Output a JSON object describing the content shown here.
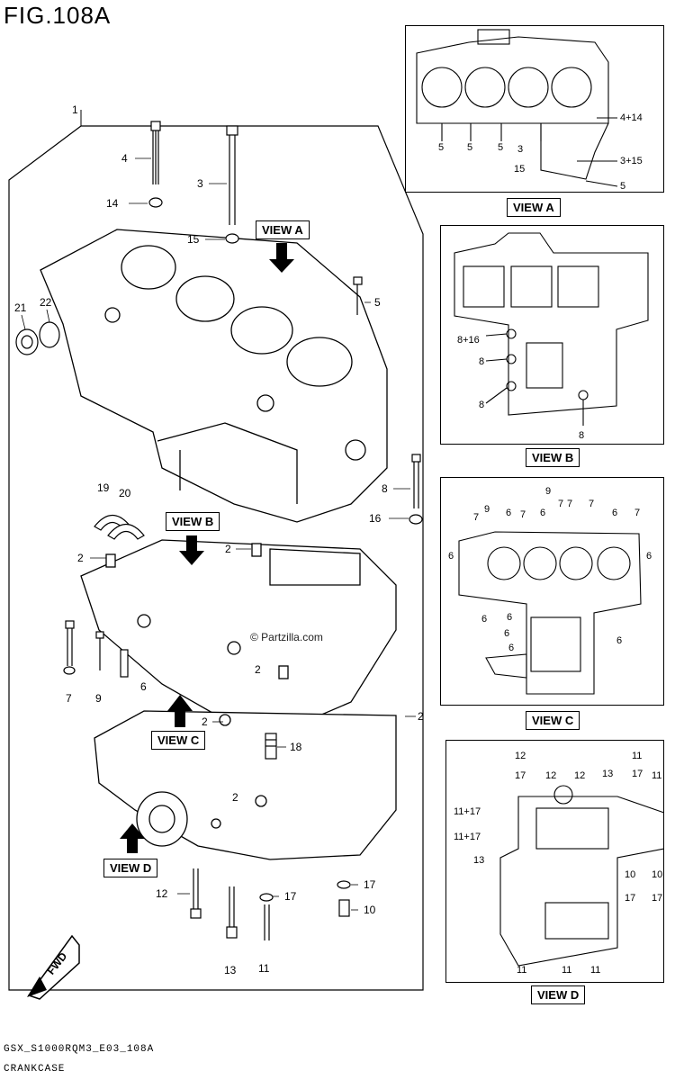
{
  "figure": {
    "title": "FIG.108A",
    "code": "GSX_S1000RQM3_E03_108A",
    "name": "CRANKCASE"
  },
  "watermark": "© Partzilla.com",
  "fwd_label": "FWD",
  "main_callouts": [
    {
      "id": "c1",
      "label": "1"
    },
    {
      "id": "c4",
      "label": "4"
    },
    {
      "id": "c3",
      "label": "3"
    },
    {
      "id": "c14",
      "label": "14"
    },
    {
      "id": "c15",
      "label": "15"
    },
    {
      "id": "c5",
      "label": "5"
    },
    {
      "id": "c21",
      "label": "21"
    },
    {
      "id": "c22",
      "label": "22"
    },
    {
      "id": "c8",
      "label": "8"
    },
    {
      "id": "c16",
      "label": "16"
    },
    {
      "id": "c19",
      "label": "19"
    },
    {
      "id": "c20",
      "label": "20"
    },
    {
      "id": "c2a",
      "label": "2"
    },
    {
      "id": "c2b",
      "label": "2"
    },
    {
      "id": "c2c",
      "label": "2"
    },
    {
      "id": "c2d",
      "label": "2"
    },
    {
      "id": "c2e",
      "label": "2"
    },
    {
      "id": "c2f",
      "label": "2"
    },
    {
      "id": "c7",
      "label": "7"
    },
    {
      "id": "c9",
      "label": "9"
    },
    {
      "id": "c6",
      "label": "6"
    },
    {
      "id": "c18",
      "label": "18"
    },
    {
      "id": "c12",
      "label": "12"
    },
    {
      "id": "c13",
      "label": "13"
    },
    {
      "id": "c11",
      "label": "11"
    },
    {
      "id": "c17a",
      "label": "17"
    },
    {
      "id": "c17b",
      "label": "17"
    },
    {
      "id": "c10",
      "label": "10"
    }
  ],
  "main_view_arrows": [
    {
      "id": "va",
      "label": "VIEW A"
    },
    {
      "id": "vb",
      "label": "VIEW B"
    },
    {
      "id": "vc",
      "label": "VIEW C"
    },
    {
      "id": "vd",
      "label": "VIEW D"
    }
  ],
  "views": {
    "a": {
      "label": "VIEW A",
      "callouts": [
        "5",
        "5",
        "5",
        "3",
        "15",
        "4+14",
        "3+15",
        "5"
      ]
    },
    "b": {
      "label": "VIEW B",
      "callouts": [
        "8+16",
        "8",
        "8",
        "8"
      ]
    },
    "c": {
      "label": "VIEW C",
      "callouts": [
        "7",
        "9",
        "6",
        "7",
        "6",
        "9",
        "7",
        "7",
        "7",
        "6",
        "7",
        "6",
        "6",
        "6",
        "6",
        "6",
        "6",
        "6"
      ]
    },
    "d": {
      "label": "VIEW D",
      "callouts": [
        "12",
        "17",
        "12",
        "12",
        "13",
        "11",
        "17",
        "11",
        "11+17",
        "11+17",
        "13",
        "10",
        "10",
        "17",
        "17",
        "11",
        "11",
        "11"
      ]
    }
  }
}
